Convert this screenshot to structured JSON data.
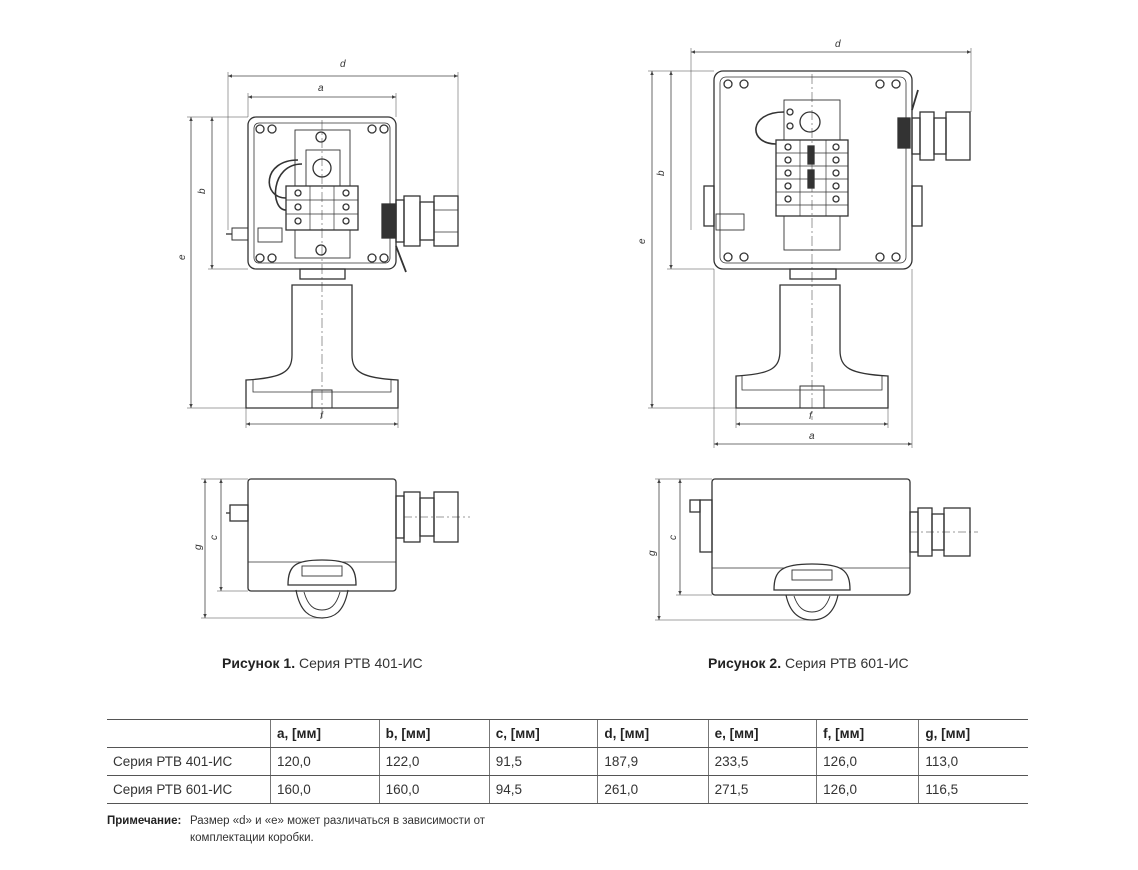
{
  "figures": [
    {
      "label": "Рисунок 1.",
      "text": "Серия РТВ 401-ИС"
    },
    {
      "label": "Рисунок 2.",
      "text": "Серия РТВ 601-ИС"
    }
  ],
  "dimension_labels": {
    "a": "a",
    "b": "b",
    "c": "c",
    "d": "d",
    "e": "e",
    "f": "f",
    "g": "g"
  },
  "table": {
    "headers": [
      "",
      "a, [мм]",
      "b, [мм]",
      "c, [мм]",
      "d, [мм]",
      "e, [мм]",
      "f, [мм]",
      "g, [мм]"
    ],
    "rows": [
      [
        "Серия РТВ 401-ИС",
        "120,0",
        "122,0",
        "91,5",
        "187,9",
        "233,5",
        "126,0",
        "113,0"
      ],
      [
        "Серия РТВ 601-ИС",
        "160,0",
        "160,0",
        "94,5",
        "261,0",
        "271,5",
        "126,0",
        "116,5"
      ]
    ]
  },
  "note": {
    "label": "Примечание:",
    "text": "Размер «d» и «e» может различаться в зависимости от комплектации коробки."
  }
}
